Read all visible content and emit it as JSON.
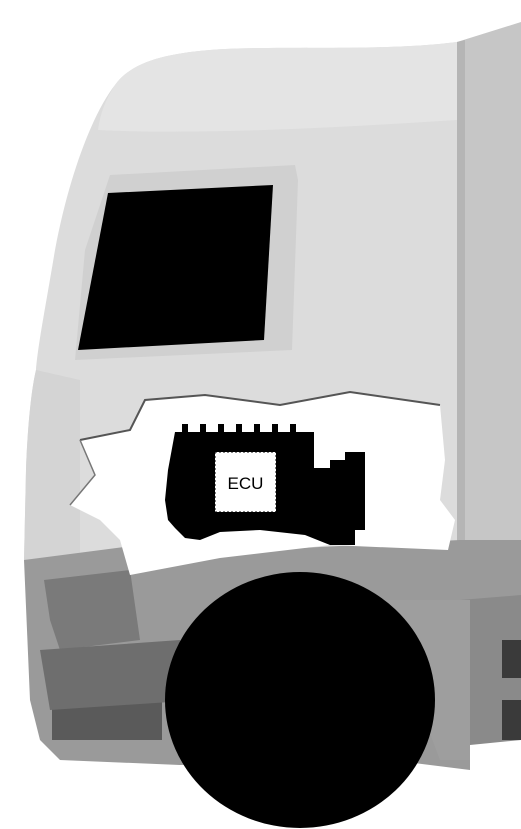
{
  "diagram": {
    "ecu_label": "ECU",
    "colors": {
      "background": "#ffffff",
      "cab_body": "#dcdcdc",
      "cab_roof": "#e6e6e6",
      "cab_shadow": "#cccccc",
      "trailer_side": "#c6c6c6",
      "trailer_front": "#bdbdbd",
      "bumper": "#9a9a9a",
      "bumper_dark": "#6e6e6e",
      "lower_panel": "#575757",
      "window": "#000000",
      "engine": "#000000",
      "wheel": "#000000",
      "cutaway": "#ffffff",
      "ecu_box": "#ffffff"
    },
    "icons": [
      "truck-cab",
      "engine-block",
      "wheel",
      "ecu-module"
    ]
  }
}
